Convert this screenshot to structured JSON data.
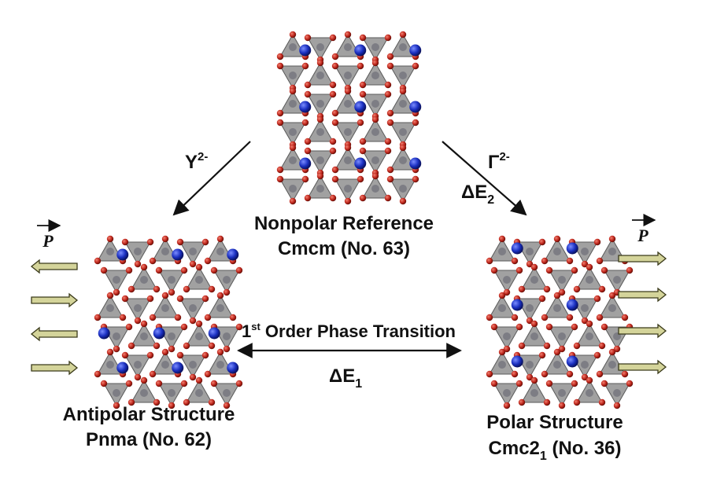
{
  "labels": {
    "nonpolar_name": "Nonpolar Reference",
    "nonpolar_group": "Cmcm (No. 63)",
    "antipolar_name": "Antipolar Structure",
    "antipolar_group": "Pnma (No. 62)",
    "polar_name": "Polar Structure",
    "polar_group_base": "Cmc2",
    "polar_group_sub": "1",
    "polar_group_tail": " (No. 36)",
    "mode_left": "Y",
    "mode_left_sup": "2-",
    "mode_right": "Γ",
    "mode_right_sup": "2-",
    "delta_e2": "ΔE",
    "delta_e2_sub": "2",
    "delta_e1": "ΔE",
    "delta_e1_sub": "1",
    "transition_prefix": "1",
    "transition_sup": "st",
    "transition_text": " Order Phase Transition",
    "polarization_left": "P",
    "polarization_right": "P"
  },
  "colors": {
    "oxygen": "#c0281e",
    "cation": "#1a2fc0",
    "polyhedron": "#8c8c8c",
    "arrow_fill": "#d4d49a",
    "arrow_stroke": "#3a3a1a",
    "text": "#111111"
  },
  "polarization_arrows": {
    "left": [
      "left",
      "right",
      "left",
      "right"
    ],
    "right": [
      "right",
      "right",
      "right",
      "right"
    ]
  }
}
